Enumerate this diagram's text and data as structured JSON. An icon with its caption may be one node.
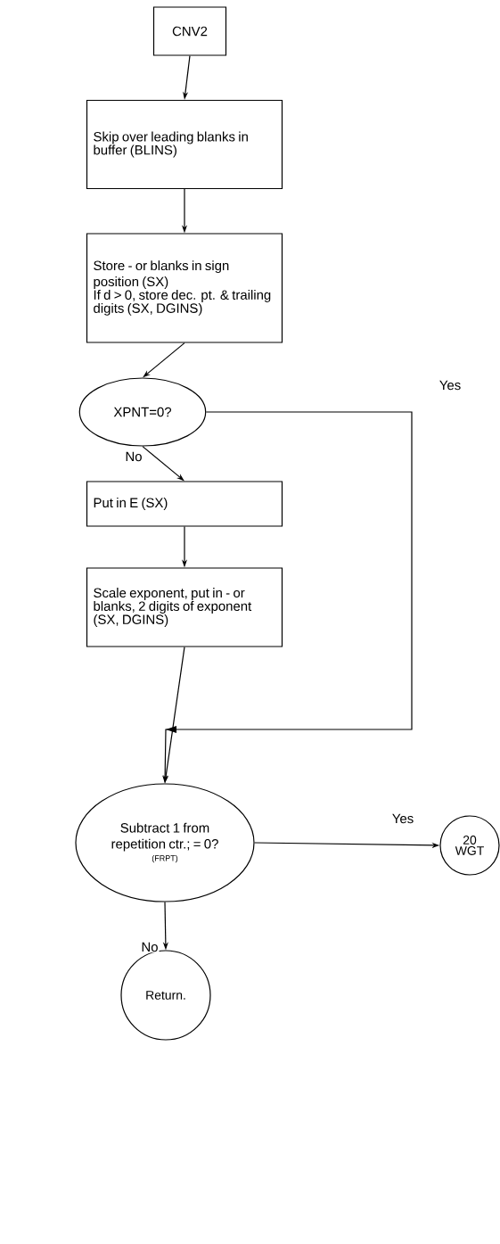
{
  "diagram": {
    "nodes": [
      {
        "text": [
          "CNV2"
        ]
      },
      {
        "text": [
          "Skip over leading blanks in buffer (BLINS)"
        ]
      },
      {
        "text": [
          "Store - or blanks in sign position (SX)",
          "If d > 0, store dec. pt. & trailing digits (SX, DGINS)"
        ]
      },
      {
        "text": [
          "XPNT=0?"
        ]
      },
      {
        "text": [
          "Put in E (SX)"
        ]
      },
      {
        "text": [
          "Scale exponent, put in - or blanks, 2 digits of exponent (SX, DGINS)"
        ]
      },
      {
        "text": [
          "Subtract 1 from repetition ctr.; = 0?",
          "(FRPT)"
        ]
      },
      {
        "text": [
          "20 WGT"
        ]
      },
      {
        "text": [
          "Return."
        ]
      }
    ],
    "edges": [
      {
        "from": 0,
        "to": 1,
        "arrow": "to"
      },
      {
        "from": 1,
        "to": 2,
        "arrow": "to"
      },
      {
        "from": 2,
        "to": 3,
        "arrow": "to"
      },
      {
        "from": 3,
        "to": 4,
        "arrow": "to",
        "label": "No"
      },
      {
        "from": 4,
        "to": 5,
        "arrow": "to"
      },
      {
        "from": 5,
        "to": 6,
        "arrow": "to"
      },
      {
        "from": 3,
        "to": 6,
        "arrow": "to",
        "label": "Yes"
      },
      {
        "from": 6,
        "to": 7,
        "arrow": "to",
        "label": "Yes"
      },
      {
        "from": 6,
        "to": 8,
        "arrow": "to",
        "label": "No"
      }
    ]
  }
}
